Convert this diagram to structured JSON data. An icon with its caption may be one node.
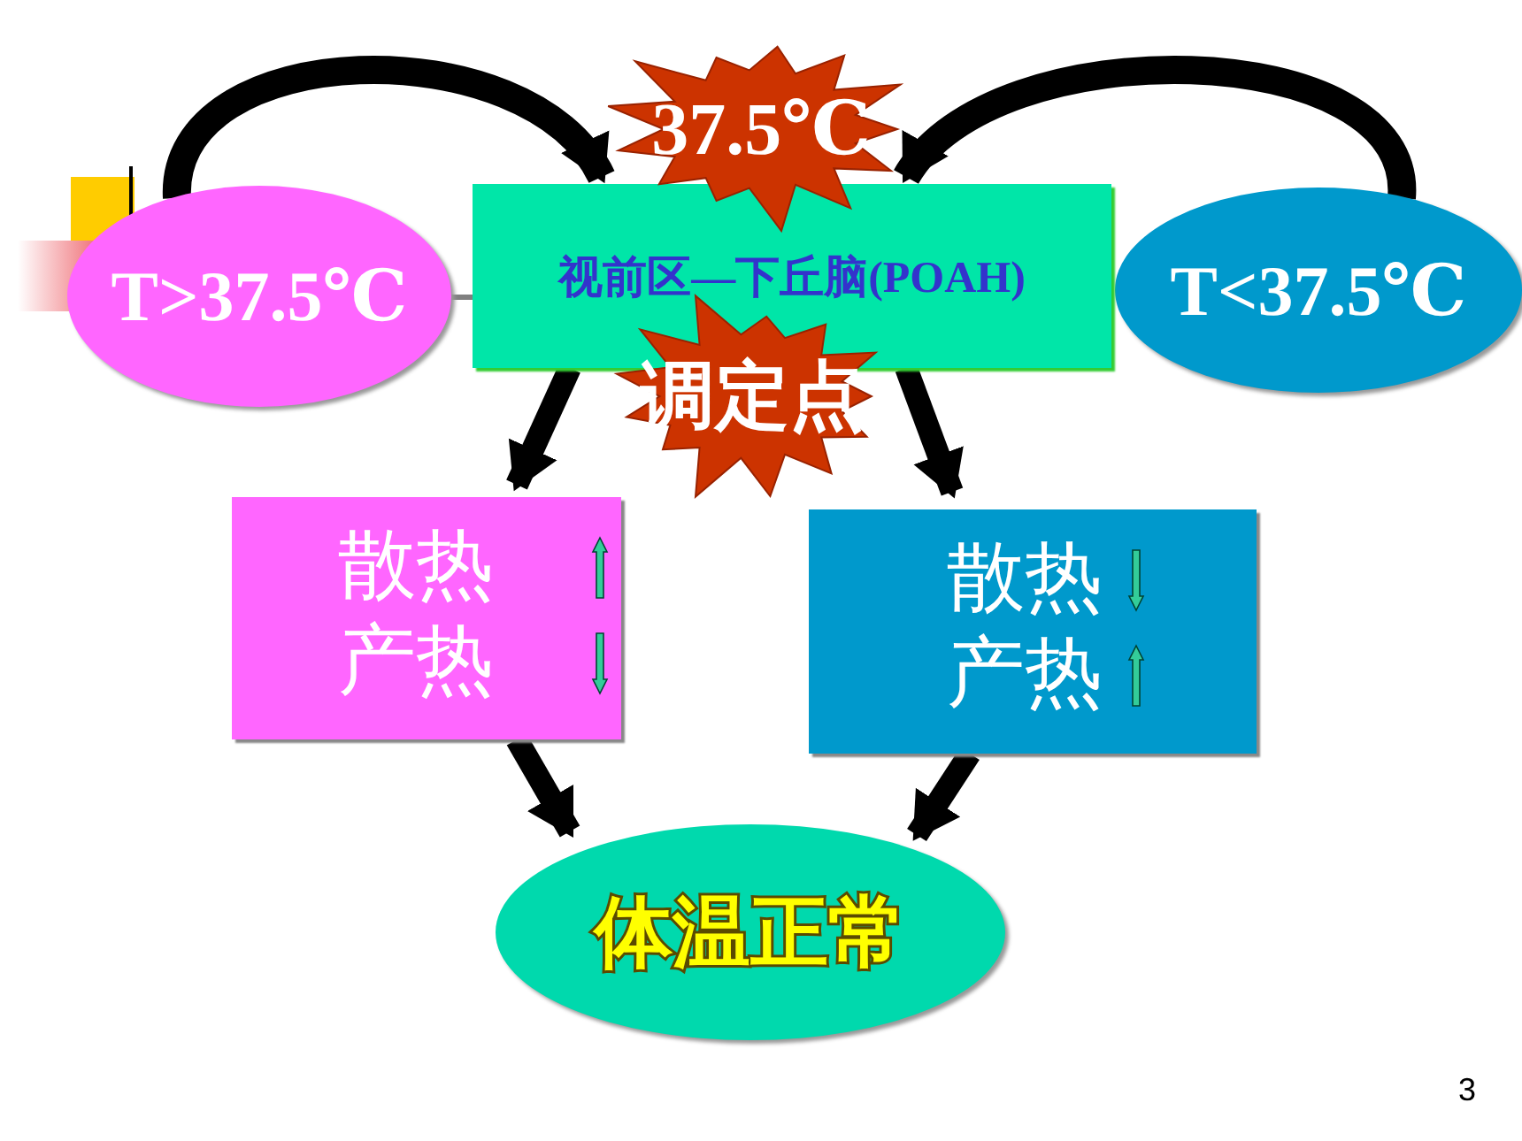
{
  "diagram": {
    "nodes": [
      {
        "text": [
          "T>37.5℃"
        ]
      },
      {
        "text": [
          "T<37.5℃"
        ]
      },
      {
        "text": [
          "视前区—下丘脑(POAH)"
        ]
      },
      {
        "text": [
          "37.5℃"
        ]
      },
      {
        "text": [
          "调定点"
        ]
      },
      {
        "text": [
          "散热",
          "产热"
        ]
      },
      {
        "text": [
          "散热",
          "产热"
        ]
      },
      {
        "text": [
          "体温正常"
        ]
      }
    ],
    "edges": [
      {
        "from": 0,
        "to": 2,
        "arrow": "to"
      },
      {
        "from": 1,
        "to": 2,
        "arrow": "to"
      },
      {
        "from": 0,
        "to": 2,
        "arrow": "none",
        "color": "#808080"
      },
      {
        "from": 2,
        "to": 5,
        "arrow": "to"
      },
      {
        "from": 2,
        "to": 6,
        "arrow": "to"
      },
      {
        "from": 5,
        "to": 7,
        "arrow": "to"
      },
      {
        "from": 6,
        "to": 7,
        "arrow": "to"
      }
    ],
    "labels": [
      "3"
    ]
  }
}
